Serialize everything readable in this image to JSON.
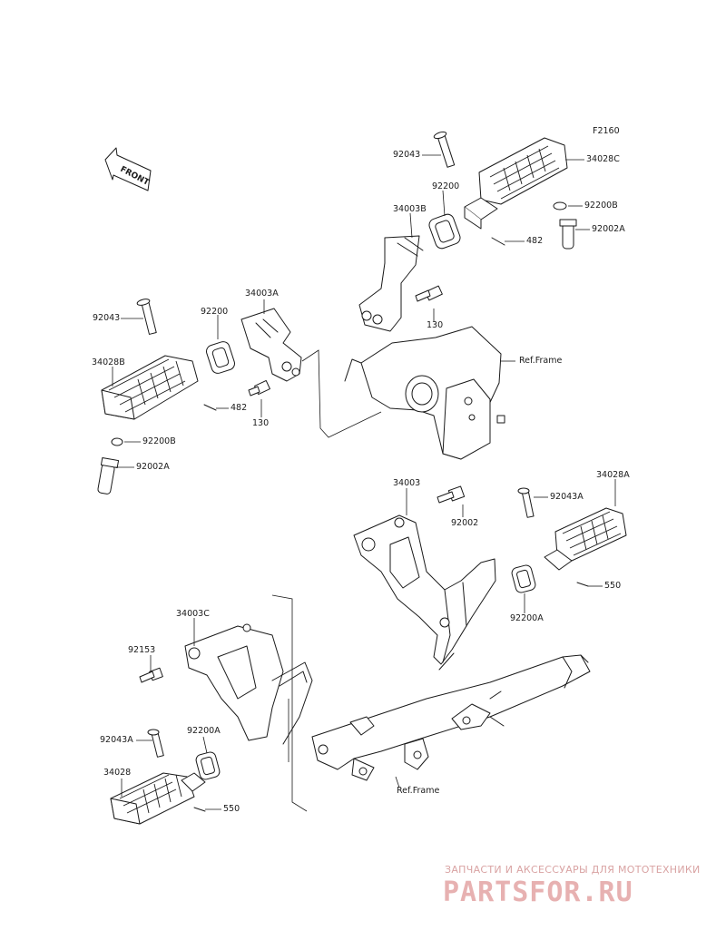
{
  "diagram_code": "F2160",
  "front_arrow": "FRONT",
  "labels": {
    "top_92043": "92043",
    "top_34028C": "34028C",
    "top_92200": "92200",
    "top_34003B": "34003B",
    "top_92200B": "92200B",
    "top_92002A": "92002A",
    "top_482": "482",
    "top_130": "130",
    "ref_frame_upper": "Ref.Frame",
    "left_92043": "92043",
    "left_92200": "92200",
    "left_34003A": "34003A",
    "left_34028B": "34028B",
    "left_482": "482",
    "left_130": "130",
    "left_92200B": "92200B",
    "left_92002A": "92002A",
    "mid_34003": "34003",
    "mid_92002": "92002",
    "mid_34028A": "34028A",
    "mid_92043A": "92043A",
    "mid_550": "550",
    "mid_92200A": "92200A",
    "low_34003C": "34003C",
    "low_92153": "92153",
    "low_92043A": "92043A",
    "low_92200A": "92200A",
    "low_34028": "34028",
    "low_550": "550",
    "ref_frame_lower": "Ref.Frame"
  },
  "watermark": {
    "line1": "ЗАПЧАСТИ И АКСЕССУАРЫ ДЛЯ МОТОТЕХНИКИ",
    "line2": "PARTSFOR.RU"
  }
}
